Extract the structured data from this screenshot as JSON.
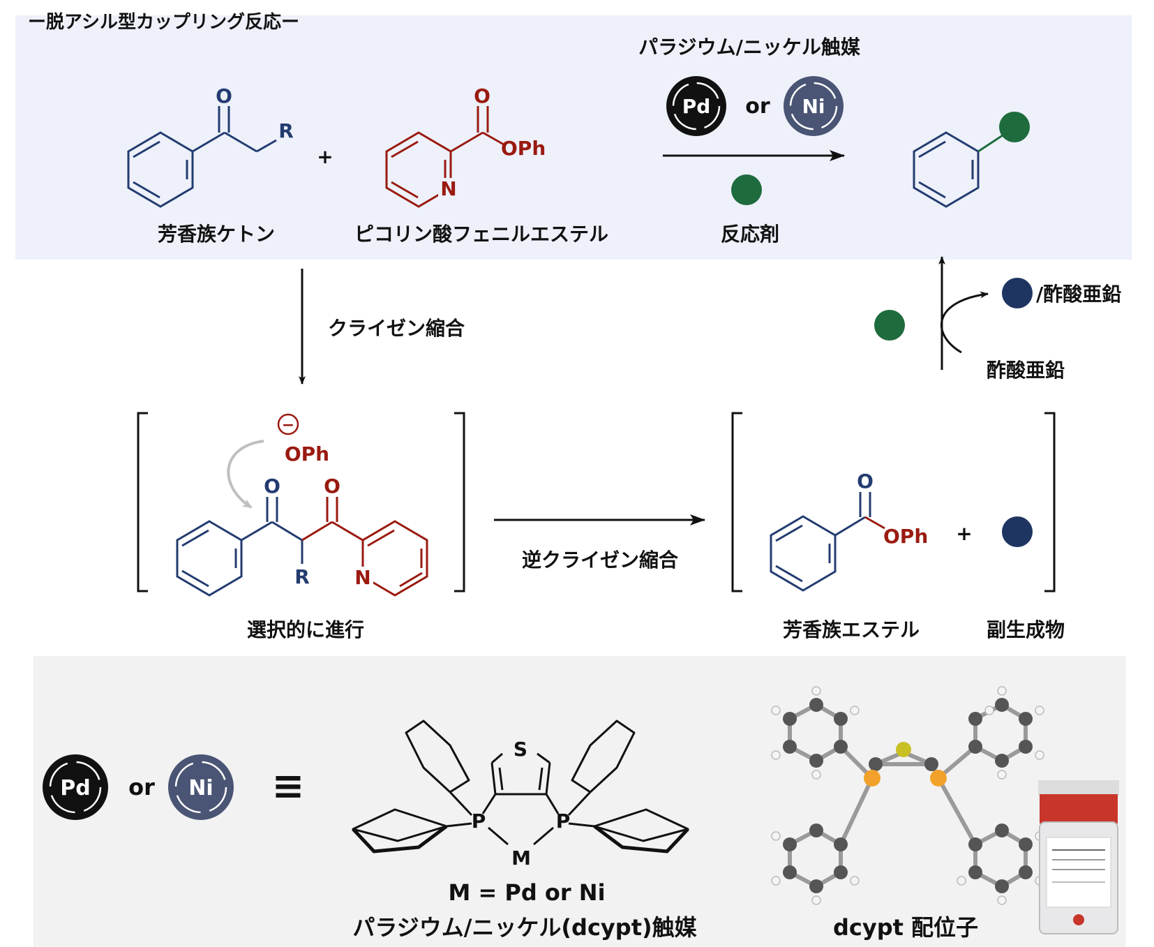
{
  "title": "ー脱アシル型カップリング反応ー",
  "catalyst_heading": "パラジウム/ニッケル触媒",
  "colors": {
    "navy": "#233c70",
    "red": "#9a1a10",
    "green": "#1e6b3e",
    "dark_navy_dot": "#1f3561",
    "panel_top": "#eef1fa",
    "panel_bottom": "#f2f2f2",
    "ni_circle": "#4a5474",
    "pd_circle": "#111111",
    "curved_arrow_gray": "#bfbfbf",
    "phosphorus": "#f2a22a",
    "sulfur": "#c9c026",
    "carbon": "#555555",
    "hydrogen": "#f2f2f2"
  },
  "catalysts": {
    "pd": "Pd",
    "or": "or",
    "ni": "Ni"
  },
  "atoms": {
    "o": "O",
    "n": "N",
    "r": "R",
    "oph": "OPh",
    "s": "S",
    "p": "P",
    "m": "M",
    "plus": "+",
    "minus": "−"
  },
  "labels": {
    "aryl_ketone": "芳香族ケトン",
    "picolinate": "ピコリン酸フェニルエステル",
    "reagent": "反応剤",
    "claisen": "クライゼン縮合",
    "retro_claisen": "逆クライゼン縮合",
    "selective": "選択的に進行",
    "aryl_ester": "芳香族エステル",
    "byproduct": "副生成物",
    "zinc_acetate": "酢酸亜鉛",
    "zinc_acetate_out": "/酢酸亜鉛"
  },
  "ligand": {
    "equiv": "≡",
    "m_def": "M = Pd or Ni",
    "catalyst_name": "パラジウム/ニッケル(dcypt)触媒",
    "ligand_name": "dcypt 配位子"
  }
}
